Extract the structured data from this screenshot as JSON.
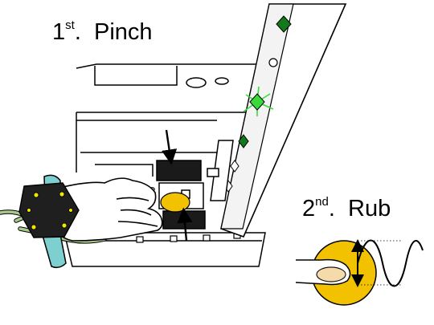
{
  "steps": [
    {
      "number": "1",
      "suffix": "st",
      "separator": ".",
      "action": "Pinch"
    },
    {
      "number": "2",
      "suffix": "nd",
      "separator": ".",
      "action": "Rub"
    }
  ],
  "colors": {
    "outline": "#000000",
    "led_on": "#39d93a",
    "led_off": "#137a1c",
    "cable_green": "#a9c98c",
    "wrist_strap": "#7ecfd0",
    "finger_pad": "#f2c100",
    "skin": "#ffffff"
  },
  "icons": [
    "wrist-device-icon",
    "cable-bundle-icon",
    "led-strip-icon",
    "arrow-down-icon",
    "arrow-up-icon",
    "sine-wave-icon"
  ]
}
